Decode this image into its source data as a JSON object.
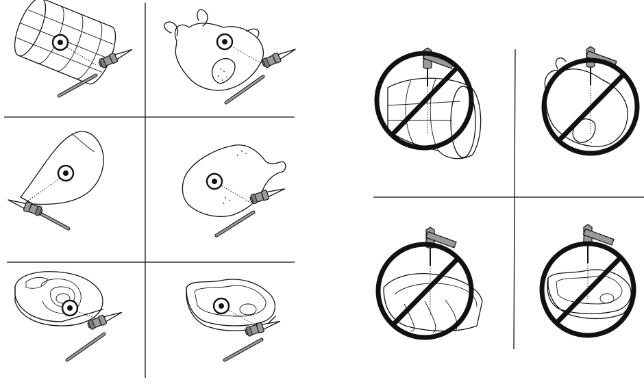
{
  "figure": {
    "panels_correct": [
      {
        "subject": "rolled-roast",
        "probe": "center-insertion"
      },
      {
        "subject": "whole-poultry",
        "probe": "thigh-insertion"
      },
      {
        "subject": "leg-of-lamb",
        "probe": "center-insertion"
      },
      {
        "subject": "poultry-leg",
        "probe": "center-insertion"
      },
      {
        "subject": "fish-steak",
        "probe": "center-insertion"
      },
      {
        "subject": "beef-steak",
        "probe": "center-insertion"
      }
    ],
    "panels_incorrect": [
      {
        "subject": "rolled-roast",
        "probe": "vertical-insertion",
        "mark": "prohibited"
      },
      {
        "subject": "whole-poultry",
        "probe": "vertical-insertion",
        "mark": "prohibited"
      },
      {
        "subject": "ham-roast",
        "probe": "vertical-insertion",
        "mark": "prohibited"
      },
      {
        "subject": "beef-steak",
        "probe": "vertical-insertion",
        "mark": "prohibited"
      }
    ],
    "icons": {
      "target": "target-icon",
      "prohibited": "prohibited-sign-icon",
      "probe": "thermometer-probe-icon"
    },
    "colors": {
      "ink": "#111111",
      "background": "#ffffff",
      "probe_fill": "#9a9a9a"
    }
  }
}
